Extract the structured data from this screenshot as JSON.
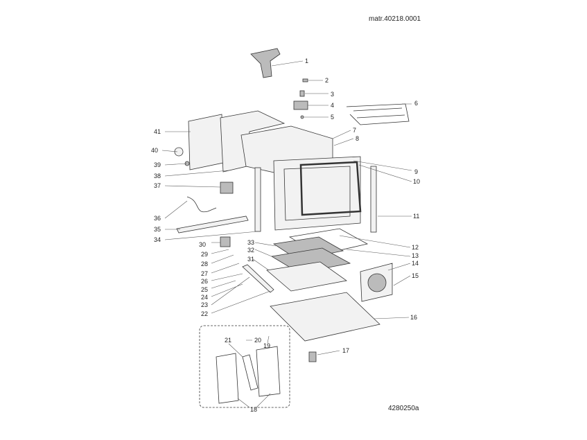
{
  "header": {
    "matr": "matr.40218.0001"
  },
  "footer": {
    "drawing_code": "4280250a"
  },
  "labels": [
    "1",
    "2",
    "3",
    "4",
    "5",
    "6",
    "7",
    "8",
    "9",
    "10",
    "11",
    "12",
    "13",
    "14",
    "15",
    "16",
    "17",
    "18",
    "19",
    "20",
    "21",
    "22",
    "23",
    "24",
    "25",
    "26",
    "27",
    "28",
    "29",
    "30",
    "31",
    "32",
    "33",
    "34",
    "35",
    "36",
    "37",
    "38",
    "39",
    "40",
    "41"
  ]
}
